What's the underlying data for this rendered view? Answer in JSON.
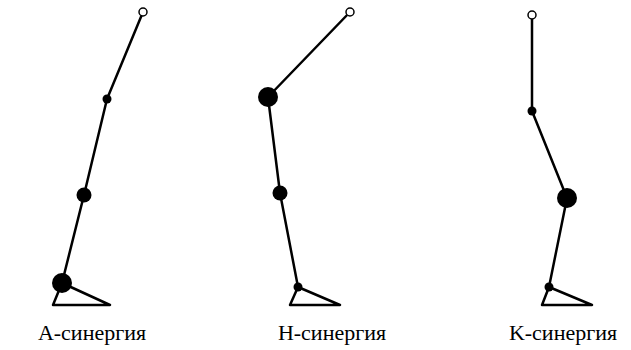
{
  "diagram": {
    "labels": [
      "A-синергия",
      "H-синергия",
      "K-синергия"
    ]
  }
}
